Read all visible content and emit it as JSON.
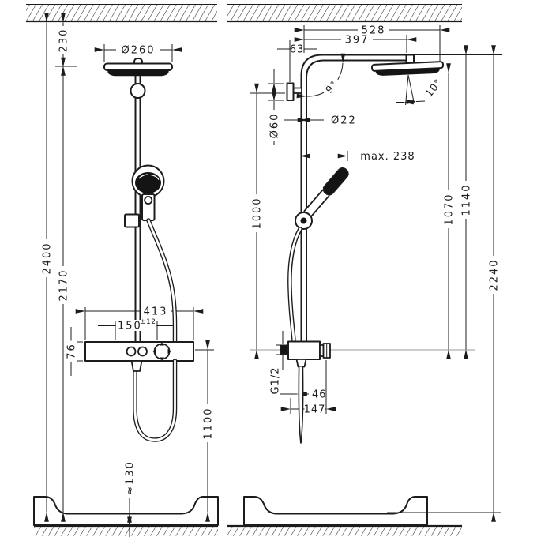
{
  "drawing": {
    "kind": "shower-pipe installation dimension drawing",
    "colors": {
      "ink": "#1c1c1c",
      "faint": "#9a9a9a",
      "background": "#ffffff",
      "dark_fill": "#141414"
    },
    "dims": {
      "d230": "230",
      "dia260": "Ø260",
      "d2400": "2400",
      "d2170": "2170",
      "d413": "413",
      "d150": "150",
      "d150tol": "±12",
      "d76": "76",
      "d1100": "1100",
      "d130approx": "≈130",
      "d528": "528",
      "d397": "397",
      "d63": "63",
      "a9": "9°",
      "a10": "10°",
      "dia60": "Ø60",
      "dia22": "Ø22",
      "dmax238": "max. 238",
      "d1000": "1000",
      "d1070": "1070",
      "d1140": "1140",
      "d2240": "2240",
      "g12": "G1/2",
      "d46": "46",
      "d147": "147"
    }
  }
}
